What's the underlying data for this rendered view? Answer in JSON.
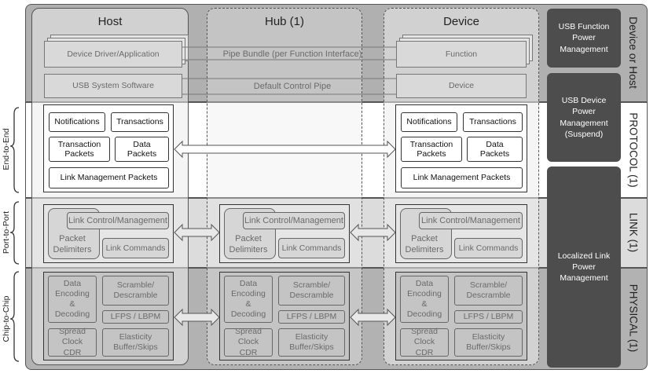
{
  "columns": {
    "host": "Host",
    "hub": "Hub (1)",
    "device": "Device"
  },
  "host": {
    "app": "Device Driver/Application",
    "system": "USB System Software"
  },
  "device": {
    "function": "Function",
    "device": "Device"
  },
  "pipes": {
    "bundle": "Pipe Bundle (per Function Interface)",
    "default": "Default Control Pipe"
  },
  "protocol": {
    "notifications": "Notifications",
    "transactions": "Transactions",
    "transaction_packets": "Transaction Packets",
    "data_packets": "Data Packets",
    "link_mgmt_packets": "Link Management Packets"
  },
  "link": {
    "control": "Link Control/Management",
    "delimiters": "Packet Delimiters",
    "commands": "Link Commands"
  },
  "physical": {
    "encoding": "Data Encoding & Decoding",
    "scramble": "Scramble/ Descramble",
    "lfps": "LFPS / LBPM",
    "spread": "Spread Clock CDR",
    "elasticity": "Elasticity Buffer/Skips"
  },
  "power": {
    "function": "USB Function Power Management",
    "device": "USB Device Power Management (Suspend)",
    "link": "Localized Link Power Management"
  },
  "layers": {
    "device_or_host": "Device or Host",
    "protocol": "PROTOCOL (1)",
    "link": "LINK (1)",
    "physical": "PHYSICAL (1)"
  },
  "scopes": {
    "end_to_end": "End-to-End",
    "port_to_port": "Port-to-Port",
    "chip_to_chip": "Chip-to-Chip"
  }
}
